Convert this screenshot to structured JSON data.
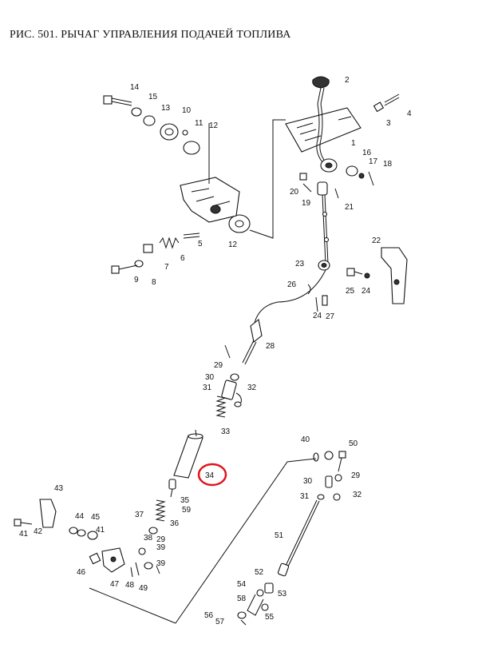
{
  "title": "РИС. 501. РЫЧАГ УПРАВЛЕНИЯ ПОДАЧЕЙ ТОПЛИВА",
  "highlight": {
    "label": "34",
    "color": "#e0141c"
  },
  "labels": [
    "1",
    "2",
    "3",
    "4",
    "5",
    "6",
    "7",
    "8",
    "9",
    "10",
    "11",
    "12",
    "12",
    "13",
    "14",
    "15",
    "16",
    "17",
    "18",
    "19",
    "20",
    "21",
    "22",
    "23",
    "24",
    "24",
    "25",
    "26",
    "27",
    "28",
    "29",
    "29",
    "29",
    "30",
    "30",
    "31",
    "31",
    "32",
    "32",
    "33",
    "35",
    "36",
    "37",
    "38",
    "39",
    "39",
    "40",
    "41",
    "41",
    "42",
    "43",
    "44",
    "45",
    "46",
    "47",
    "48",
    "49",
    "50",
    "51",
    "52",
    "53",
    "54",
    "55",
    "56",
    "57",
    "58",
    "59"
  ]
}
